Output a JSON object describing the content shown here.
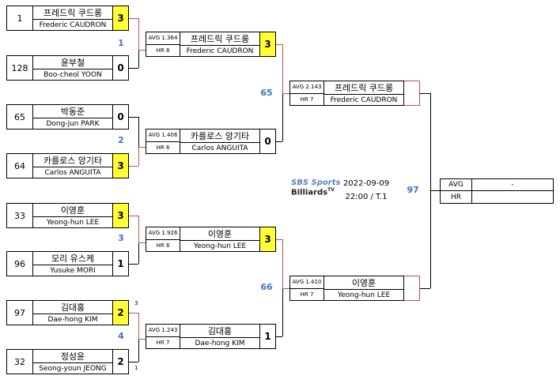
{
  "round1": [
    {
      "seed": "1",
      "kr": "프레드릭 쿠드롱",
      "en": "Frederic CAUDRON",
      "score": "3"
    },
    {
      "seed": "128",
      "kr": "윤부철",
      "en": "Boo-cheol YOON",
      "score": "0"
    },
    {
      "seed": "65",
      "kr": "박동준",
      "en": "Dong-jun PARK",
      "score": "0"
    },
    {
      "seed": "64",
      "kr": "카를로스 앙기타",
      "en": "Carlos ANGUITA",
      "score": "3"
    },
    {
      "seed": "33",
      "kr": "이영훈",
      "en": "Yeong-hun LEE",
      "score": "3"
    },
    {
      "seed": "96",
      "kr": "모리 유스케",
      "en": "Yusuke MORI",
      "score": "1"
    },
    {
      "seed": "97",
      "kr": "김대홍",
      "en": "Dae-hong KIM",
      "score": "2",
      "note": "3"
    },
    {
      "seed": "32",
      "kr": "정성윤",
      "en": "Seong-youn JEONG",
      "score": "2",
      "note": "1"
    }
  ],
  "round1_match_numbers": [
    "1",
    "2",
    "3",
    "4"
  ],
  "round2": [
    {
      "avg": "AVG 1.364",
      "hr": "HR 8",
      "kr": "프레드릭 쿠드롱",
      "en": "Frederic CAUDRON",
      "score": "3"
    },
    {
      "avg": "AVG 1.406",
      "hr": "HR 6",
      "kr": "카를로스 앙기타",
      "en": "Carlos ANGUITA",
      "score": "0"
    },
    {
      "avg": "AVG 1.926",
      "hr": "HR 6",
      "kr": "이영훈",
      "en": "Yeong-hun LEE",
      "score": "3"
    },
    {
      "avg": "AVG 1.243",
      "hr": "HR 7",
      "kr": "김대홍",
      "en": "Dae-hong KIM",
      "score": "1"
    }
  ],
  "round2_match_numbers": [
    "65",
    "66"
  ],
  "round3": [
    {
      "avg": "AVG 2.143",
      "hr": "HR 7",
      "kr": "프레드릭 쿠드롱",
      "en": "Frederic CAUDRON"
    },
    {
      "avg": "AVG 1.410",
      "hr": "HR 7",
      "kr": "이영훈",
      "en": "Yeong-hun LEE"
    }
  ],
  "round3_match_number": "97",
  "final": {
    "avg_label": "AVG",
    "hr_label": "HR",
    "avg_value": "-",
    "hr_value": ""
  },
  "broadcaster": {
    "line1": "SBS Sports",
    "line2": "Billiards",
    "tv": "TV"
  },
  "event": {
    "date": "2022-09-09",
    "time": "22:00 / T.1"
  },
  "colors": {
    "winner": "#ffff33",
    "match_number": "#4472c4",
    "bracket_red": "#c0504d"
  }
}
